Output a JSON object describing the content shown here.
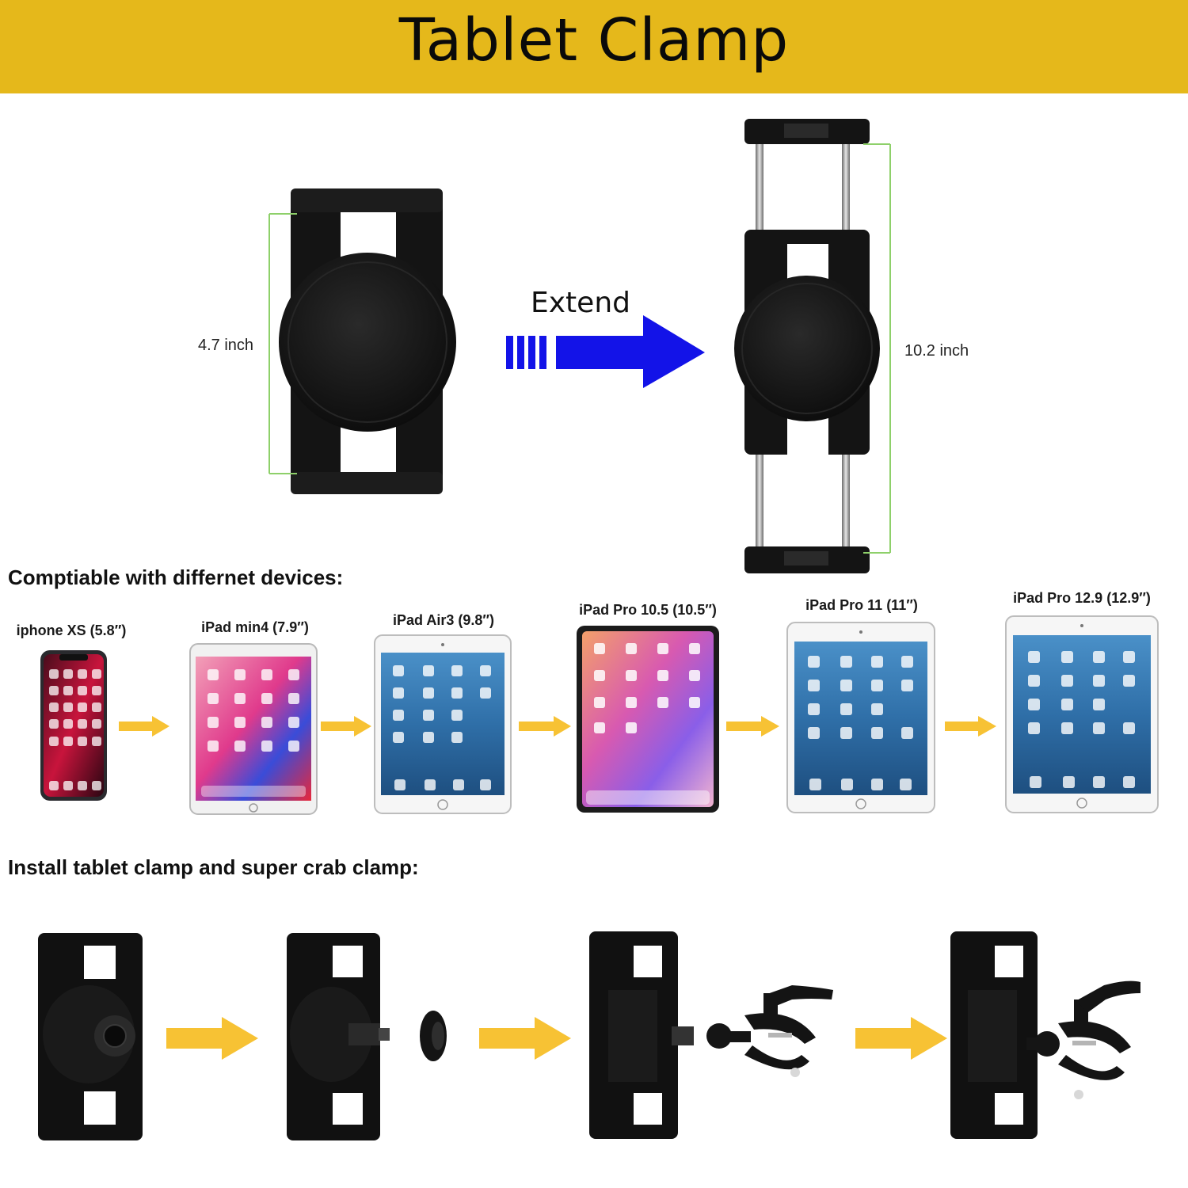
{
  "header": {
    "title": "Tablet Clamp"
  },
  "colors": {
    "header_bg": "#e5b81b",
    "measure_line": "#8ed06a",
    "extend_arrow": "#1313e8",
    "step_arrow": "#f7c234",
    "clamp_body": "#111111"
  },
  "size_demo": {
    "collapsed_label": "4.7 inch",
    "extend_label": "Extend",
    "extended_label": "10.2 inch"
  },
  "compatibility": {
    "heading": "Comptiable with differnet  devices:",
    "devices": [
      {
        "name": "iphone XS (5.8″)",
        "kind": "phone"
      },
      {
        "name": "iPad min4 (7.9″)",
        "kind": "tablet-white"
      },
      {
        "name": "iPad Air3 (9.8″)",
        "kind": "tablet-white"
      },
      {
        "name": "iPad Pro 10.5 (10.5″)",
        "kind": "tablet-black"
      },
      {
        "name": "iPad Pro 11 (11″)",
        "kind": "tablet-white"
      },
      {
        "name": "iPad Pro 12.9 (12.9″)",
        "kind": "tablet-white"
      }
    ]
  },
  "install": {
    "heading": "Install tablet clamp and super crab clamp:",
    "icons": [
      "clamp-front-icon",
      "clamp-screw-icon",
      "nut-icon",
      "clamp-side-icon",
      "crab-clamp-icon",
      "assembled-clamp-icon"
    ]
  }
}
